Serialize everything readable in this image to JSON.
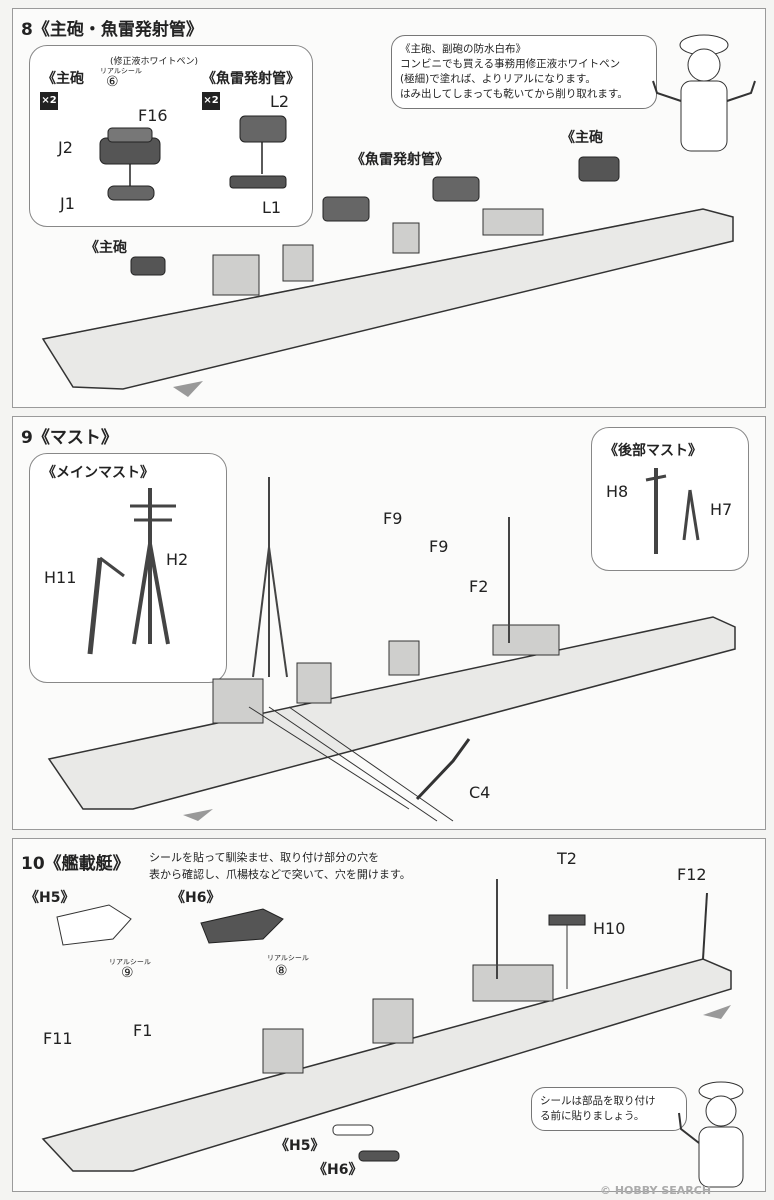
{
  "step8": {
    "title": "8《主砲・魚雷発射管》",
    "note_lines": [
      "《主砲、副砲の防水白布》",
      "コンビニでも買える事務用修正液ホワイトペン",
      "(極細)で塗れば、よりリアルになります。",
      "はみ出してしまっても乾いてから削り取れます。"
    ],
    "inset_main_title": "《主砲",
    "inset_torpedo_title": "《魚雷発射管》",
    "x2_a": "×2",
    "x2_b": "×2",
    "seal_note": "(修正液ホワイトペン)",
    "seal_label": "リアルシール",
    "seal_num": "⑥",
    "parts": {
      "f16": "F16",
      "j2": "J2",
      "j1": "J1",
      "l2": "L2",
      "l1": "L1"
    },
    "callout_gun_bow": "《主砲",
    "callout_gun_stern": "《主砲",
    "callout_torpedo": "《魚雷発射管》"
  },
  "step9": {
    "title": "9《マスト》",
    "inset_main_title": "《メインマスト》",
    "inset_rear_title": "《後部マスト》",
    "parts": {
      "h11": "H11",
      "h2": "H2",
      "h8": "H8",
      "h7": "H7",
      "f9a": "F9",
      "f9b": "F9",
      "f2": "F2",
      "c4": "C4"
    }
  },
  "step10": {
    "title": "10《艦載艇》",
    "instruction_lines": [
      "シールを貼って馴染ませ、取り付け部分の穴を",
      "表から確認し、爪楊枝などで突いて、穴を開けます。"
    ],
    "h5_label": "《H5》",
    "h6_label": "《H6》",
    "seal_label_a": "リアルシール",
    "seal_num_a": "⑨",
    "seal_label_b": "リアルシール",
    "seal_num_b": "⑧",
    "parts": {
      "t2": "T2",
      "h10": "H10",
      "f12": "F12",
      "f11": "F11",
      "f1": "F1",
      "h5": "《H5》",
      "h6": "《H6》"
    },
    "note_lines": [
      "シールは部品を取り付け",
      "る前に貼りましょう。"
    ]
  },
  "watermark": "© HOBBY SEARCH"
}
